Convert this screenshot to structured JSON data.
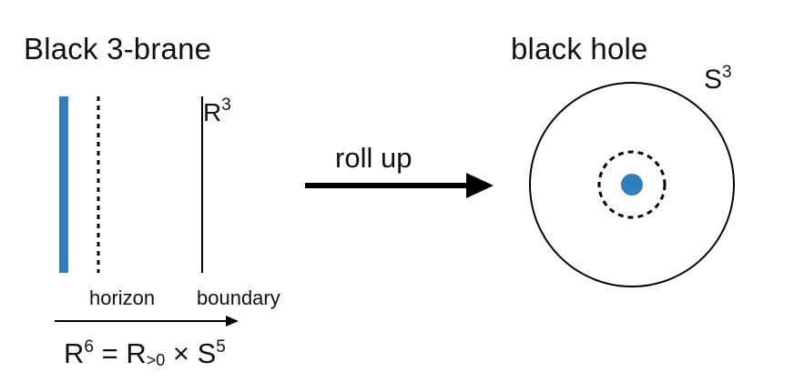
{
  "left_panel": {
    "title": "Black 3-brane",
    "r3_label": {
      "base": "R",
      "exponent": "3"
    },
    "horizon_label": "horizon",
    "boundary_label": "boundary",
    "formula": {
      "lhs_base": "R",
      "lhs_exp": "6",
      "eq": "=",
      "rhs1_base": "R",
      "rhs1_sub": ">0",
      "times": "×",
      "rhs2_base": "S",
      "rhs2_exp": "5"
    }
  },
  "middle": {
    "arrow_label": "roll up"
  },
  "right_panel": {
    "title": "black hole",
    "s3_label": {
      "base": "S",
      "exponent": "3"
    }
  },
  "colors": {
    "brane": "#2f7fba",
    "stroke": "#000000"
  },
  "icons": [
    "right-arrow-icon"
  ]
}
